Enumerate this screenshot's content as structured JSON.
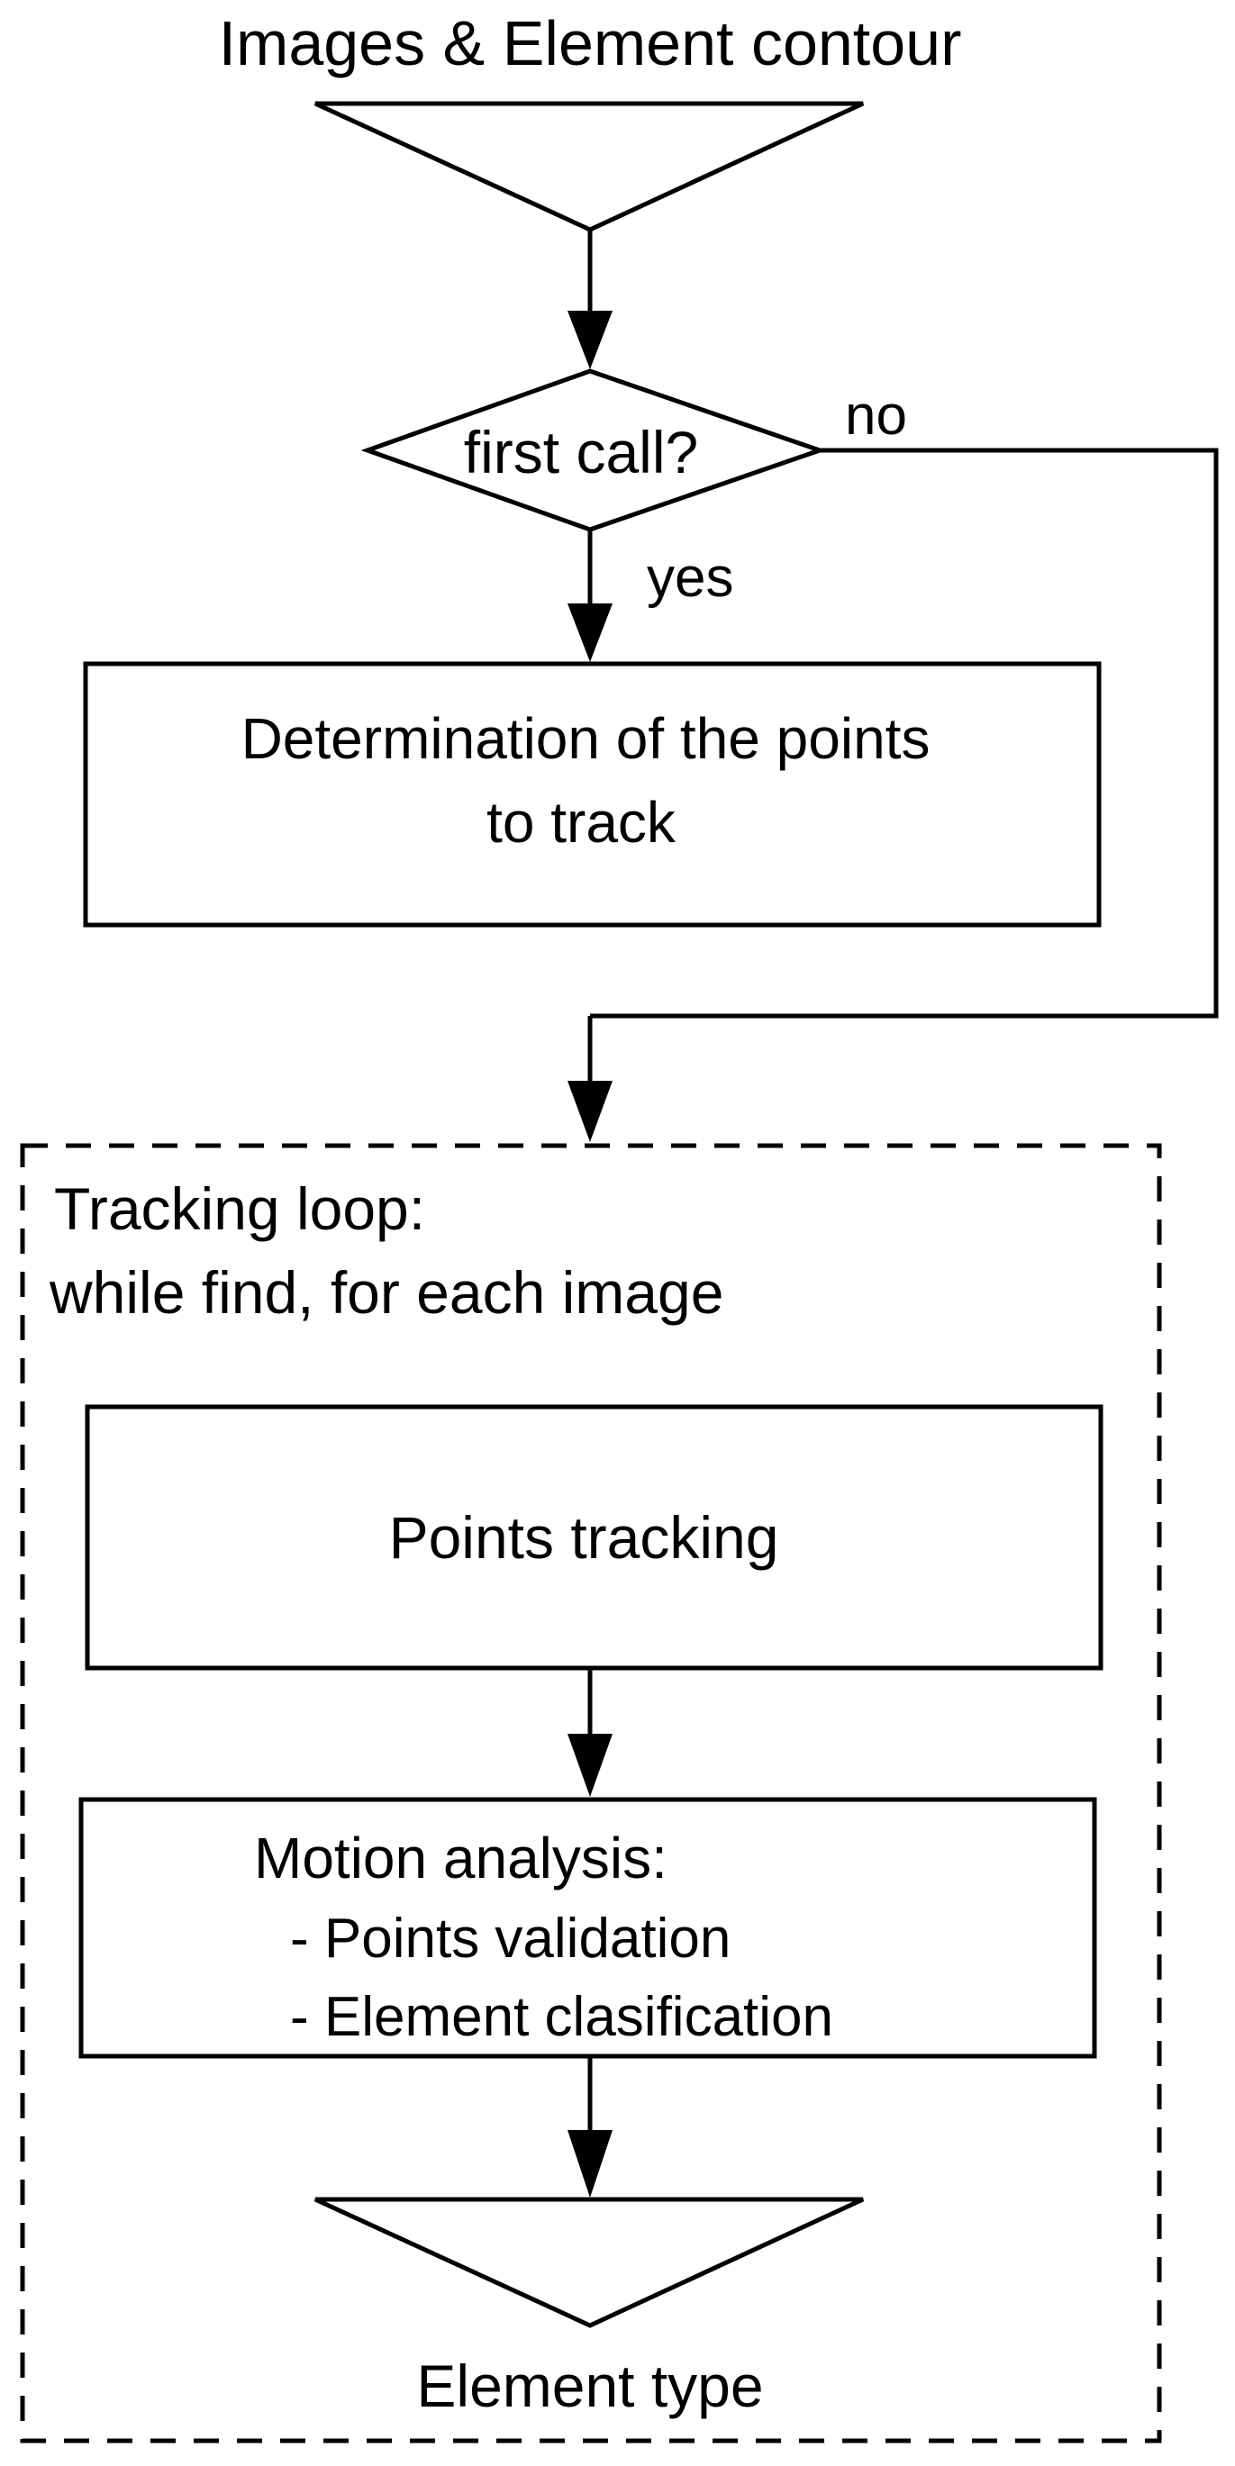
{
  "input": {
    "label": "Images & Element contour"
  },
  "decision": {
    "label": "first call?",
    "no_label": "no",
    "yes_label": "yes"
  },
  "determination": {
    "line1": "Determination of the points",
    "line2": "to track"
  },
  "loop": {
    "line1": "Tracking loop:",
    "line2": "while find, for each image"
  },
  "tracking": {
    "label": "Points tracking"
  },
  "motion": {
    "title": "Motion analysis:",
    "item1": "- Points validation",
    "item2": "- Element clasification"
  },
  "output": {
    "label": "Element type"
  }
}
